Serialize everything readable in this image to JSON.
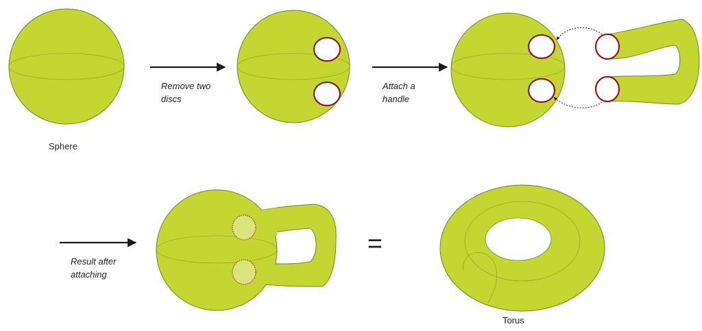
{
  "colors": {
    "surface": "#c4d632",
    "surface_stroke": "#6e8a1c",
    "hole_rim": "#8b1a1a",
    "patch": "#d9e57a",
    "arrow": "#1a1a1a"
  },
  "labels": {
    "sphere": "Sphere",
    "step1_line1": "Remove two",
    "step1_line2": "discs",
    "step2_line1": "Attach a",
    "step2_line2": "handle",
    "step3_line1": "Result after",
    "step3_line2": "attaching",
    "equals": "=",
    "torus": "Torus"
  }
}
